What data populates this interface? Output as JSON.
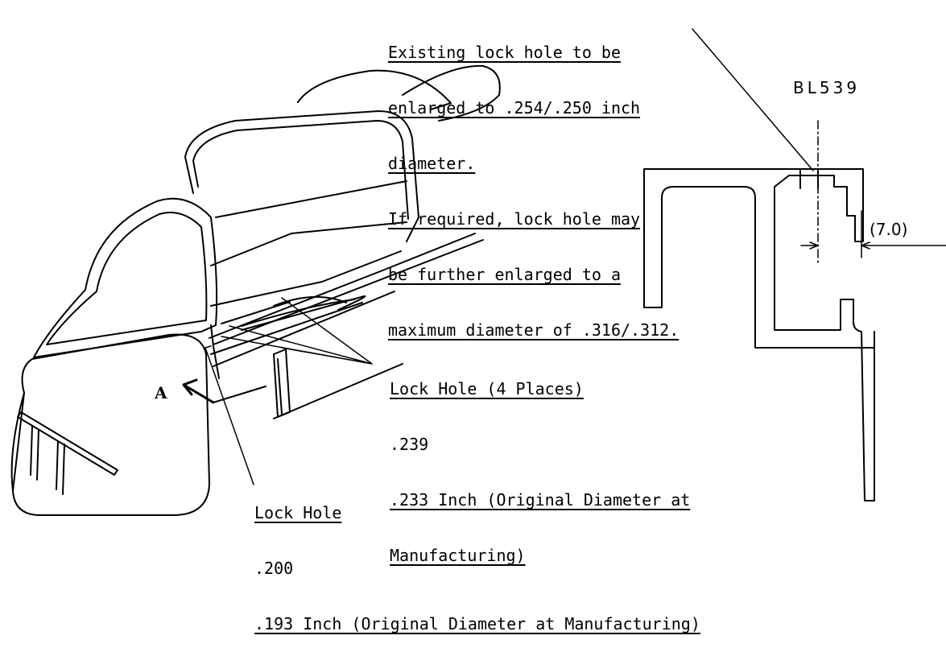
{
  "callouts": {
    "existing_hole": {
      "lines": [
        "Existing lock hole to be",
        "enlarged to .254/.250 inch",
        "diameter.",
        "If required, lock hole may",
        "be further enlarged to a",
        "maximum diameter of .316/.312."
      ]
    },
    "bl_label": "BL539",
    "dimension": "(7.0)",
    "view_label": "A",
    "lock_hole_4": {
      "title": "Lock Hole (4 Places)",
      "upper": ".239",
      "lower": ".233 Inch (Original Diameter at",
      "lower2": "Manufacturing)"
    },
    "lock_hole_1": {
      "title": "Lock Hole",
      "upper": ".200",
      "lower": ".193 Inch (Original Diameter at Manufacturing)"
    }
  }
}
